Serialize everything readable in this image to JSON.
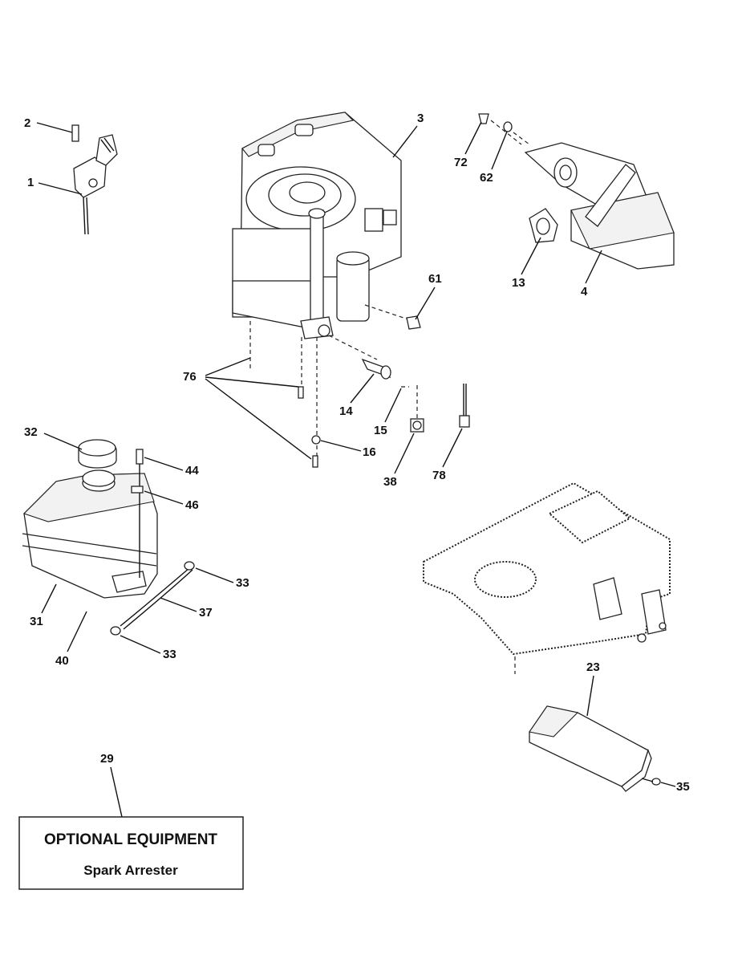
{
  "labels": {
    "p1": "1",
    "p2": "2",
    "p3": "3",
    "p4": "4",
    "p13": "13",
    "p14": "14",
    "p15": "15",
    "p16": "16",
    "p23": "23",
    "p29": "29",
    "p31": "31",
    "p32": "32",
    "p33a": "33",
    "p33b": "33",
    "p35": "35",
    "p37": "37",
    "p38": "38",
    "p40": "40",
    "p44": "44",
    "p46": "46",
    "p61": "61",
    "p62": "62",
    "p72": "72",
    "p76": "76",
    "p78": "78"
  },
  "optional_box": {
    "title": "OPTIONAL EQUIPMENT",
    "subtitle": "Spark Arrester"
  }
}
